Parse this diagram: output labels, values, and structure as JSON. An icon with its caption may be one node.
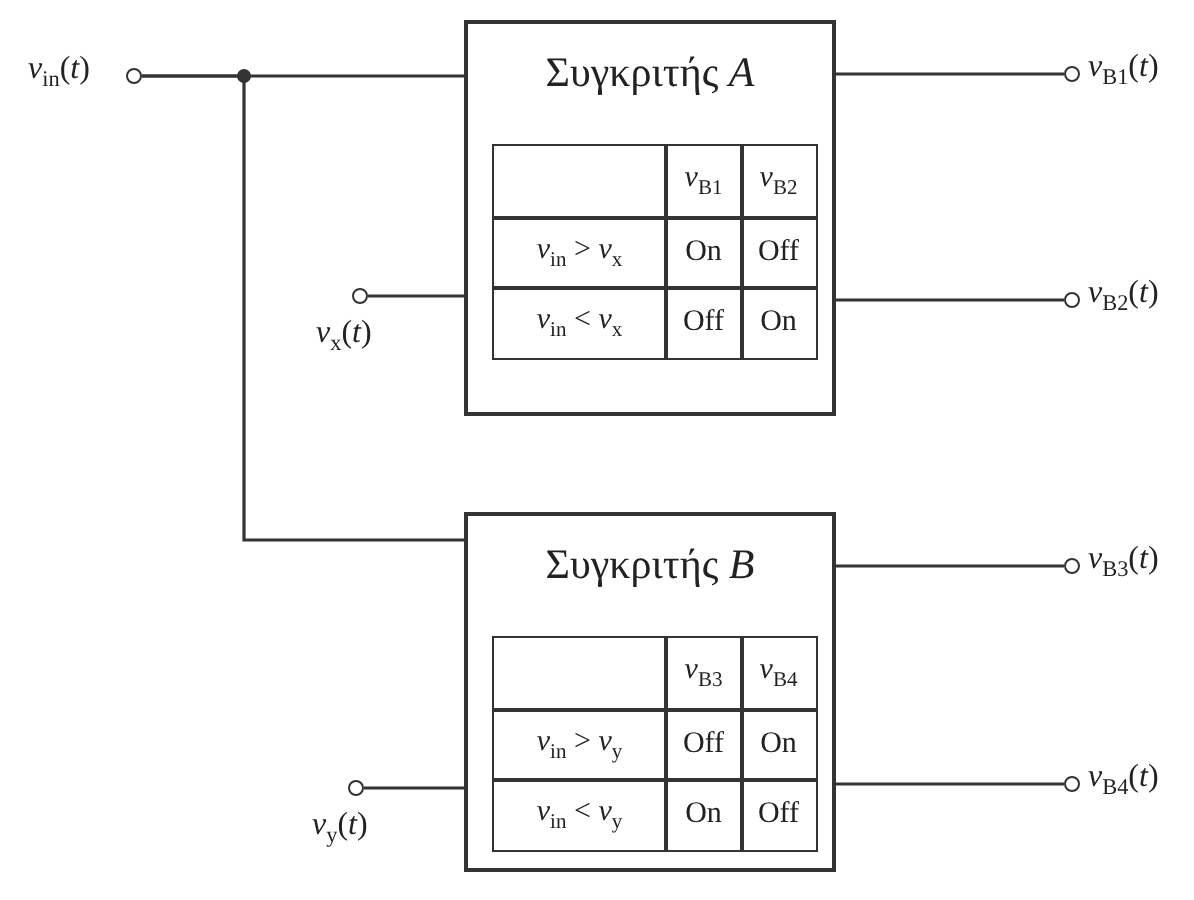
{
  "diagram": {
    "nodes": [
      {
        "text": [
          "Συγκριτής *A*"
        ]
      },
      {
        "text": [
          "Συγκριτής *B*"
        ]
      },
      {
        "text": [],
        "shape": "circle",
        "beside": [
          "*v*$_{in}$(*t*)"
        ]
      },
      {
        "text": [],
        "shape": "circle",
        "beside": [
          "*v*$_{x}$(*t*)"
        ]
      },
      {
        "text": [],
        "shape": "circle",
        "beside": [
          "*v*$_{B1}$(*t*)"
        ]
      },
      {
        "text": [],
        "shape": "circle",
        "beside": [
          "*v*$_{B2}$(*t*)"
        ]
      },
      {
        "text": [],
        "shape": "circle",
        "beside": [
          "*v*$_{y}$(*t*)"
        ]
      },
      {
        "text": [],
        "shape": "circle",
        "beside": [
          "*v*$_{B3}$(*t*)"
        ]
      },
      {
        "text": [],
        "shape": "circle",
        "beside": [
          "*v*$_{B4}$(*t*)"
        ]
      }
    ],
    "edges": [
      {
        "from": 2,
        "to": 0,
        "arrow": "none"
      },
      {
        "from": 2,
        "to": 1,
        "arrow": "none"
      },
      {
        "from": 3,
        "to": 0,
        "arrow": "none"
      },
      {
        "from": 0,
        "to": 4,
        "arrow": "none"
      },
      {
        "from": 0,
        "to": 5,
        "arrow": "none"
      },
      {
        "from": 6,
        "to": 1,
        "arrow": "none"
      },
      {
        "from": 1,
        "to": 7,
        "arrow": "none"
      },
      {
        "from": 1,
        "to": 8,
        "arrow": "none"
      }
    ],
    "labels": [
      "*v*$_{B1}$",
      "*v*$_{B2}$",
      "*v*$_{in}$ > *v*$_{x}$",
      "On",
      "Off",
      "*v*$_{in}$ < *v*$_{x}$",
      "Off",
      "On",
      "*v*$_{B3}$",
      "*v*$_{B4}$",
      "*v*$_{in}$ > *v*$_{y}$",
      "Off",
      "On",
      "*v*$_{in}$ < *v*$_{y}$",
      "On",
      "Off"
    ]
  }
}
